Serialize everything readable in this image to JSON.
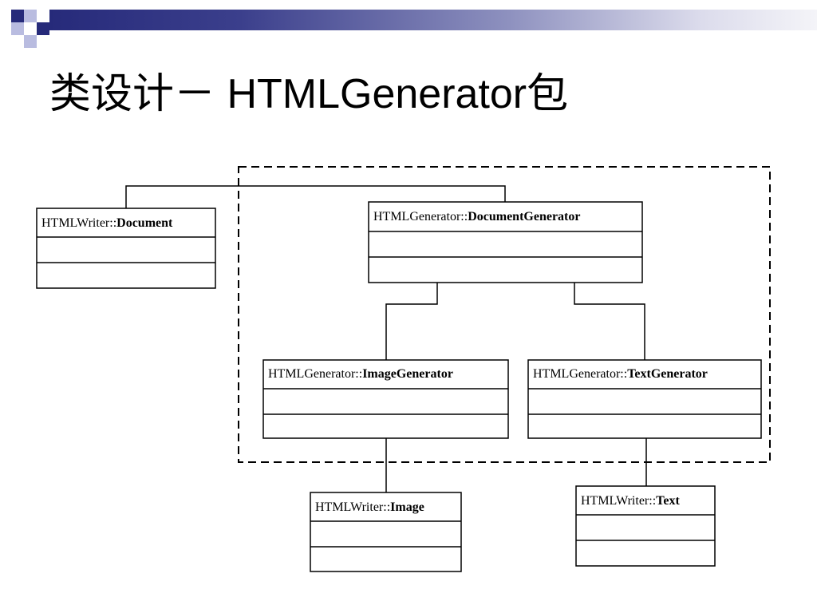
{
  "slide": {
    "title": "类设计－ HTMLGenerator包"
  },
  "diagram": {
    "classes": {
      "document": {
        "prefix": "HTMLWriter::",
        "name": "Document"
      },
      "document_generator": {
        "prefix": "HTMLGenerator::",
        "name": "DocumentGenerator"
      },
      "image_generator": {
        "prefix": "HTMLGenerator::",
        "name": "ImageGenerator"
      },
      "text_generator": {
        "prefix": "HTMLGenerator::",
        "name": "TextGenerator"
      },
      "image": {
        "prefix": "HTMLWriter::",
        "name": "Image"
      },
      "text": {
        "prefix": "HTMLWriter::",
        "name": "Text"
      }
    }
  },
  "colors": {
    "band_dark": "#262a7a",
    "accent_light": "#b9bce0",
    "line": "#000000"
  }
}
